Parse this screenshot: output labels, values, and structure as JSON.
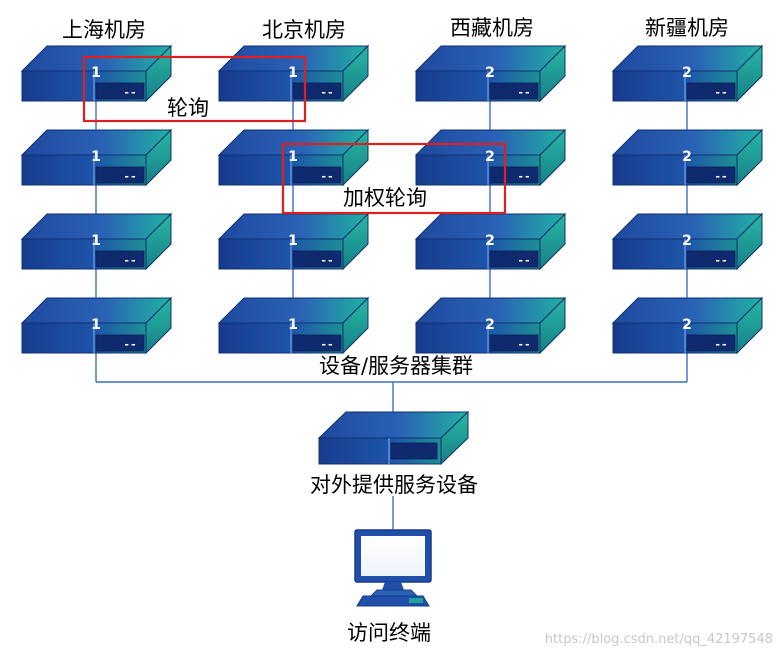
{
  "datacenters": [
    {
      "name": "上海机房",
      "weights": [
        "1",
        "1",
        "1",
        "1"
      ]
    },
    {
      "name": "北京机房",
      "weights": [
        "1",
        "1",
        "1",
        "1"
      ]
    },
    {
      "name": "西藏机房",
      "weights": [
        "2",
        "2",
        "2",
        "2"
      ]
    },
    {
      "name": "新疆机房",
      "weights": [
        "2",
        "2",
        "2",
        "2"
      ]
    }
  ],
  "device_port_text": "--",
  "annotations": {
    "round_robin": "轮询",
    "weighted_round_robin": "加权轮询"
  },
  "cluster_label": "设备/服务器集群",
  "gateway_label": "对外提供服务设备",
  "terminal_label": "访问终端",
  "watermark": "https://blog.csdn.net/qq_42197548",
  "colors": {
    "device_top": "#2b5fb5",
    "device_front": "#1a3f92",
    "device_teal": "#1fa39a",
    "connector": "#3b6fc4",
    "highlight_box": "#e02020"
  }
}
